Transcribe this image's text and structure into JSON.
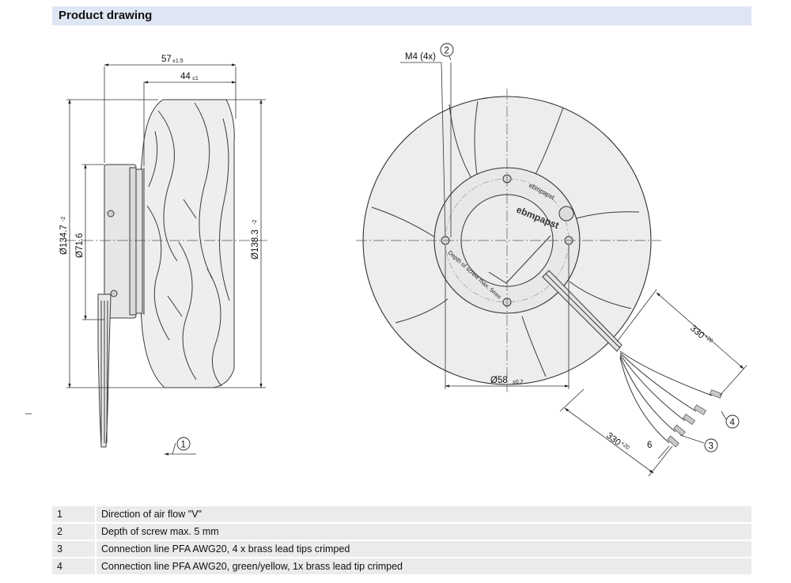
{
  "header": {
    "title": "Product drawing"
  },
  "side_view": {
    "dim_width_total": "57",
    "dim_width_total_tol": "±1.5",
    "dim_width_wheel": "44",
    "dim_width_wheel_tol": "±1",
    "dim_dia_left": "Ø134.7",
    "dim_dia_left_tol": "-2",
    "dim_dia_hub": "Ø71.6",
    "dim_dia_right": "Ø138.3",
    "dim_dia_right_tol": "-2",
    "callout_airflow": "1"
  },
  "front_view": {
    "thread_label": "M4 (4x)",
    "callout_screw": "2",
    "dim_bolt_circle": "Ø58",
    "dim_bolt_circle_tol": "±0.2",
    "dim_lead_length_1": "330",
    "dim_lead_length_1_tol": "+20",
    "dim_lead_length_2": "330",
    "dim_lead_length_2_tol": "+20",
    "dim_strip_length": "6",
    "callout_conn_4wire": "3",
    "callout_conn_ground": "4",
    "brand_text_1": "ebmpapst",
    "brand_text_2": "ebmpapst",
    "screw_depth_text": "Depth of screw max. 5mm"
  },
  "legend": [
    {
      "num": "1",
      "text": "Direction of air flow \"V\""
    },
    {
      "num": "2",
      "text": "Depth of screw max. 5 mm"
    },
    {
      "num": "3",
      "text": "Connection line PFA AWG20, 4 x brass lead tips crimped"
    },
    {
      "num": "4",
      "text": "Connection line PFA AWG20, green/yellow, 1x brass lead tip crimped"
    }
  ]
}
